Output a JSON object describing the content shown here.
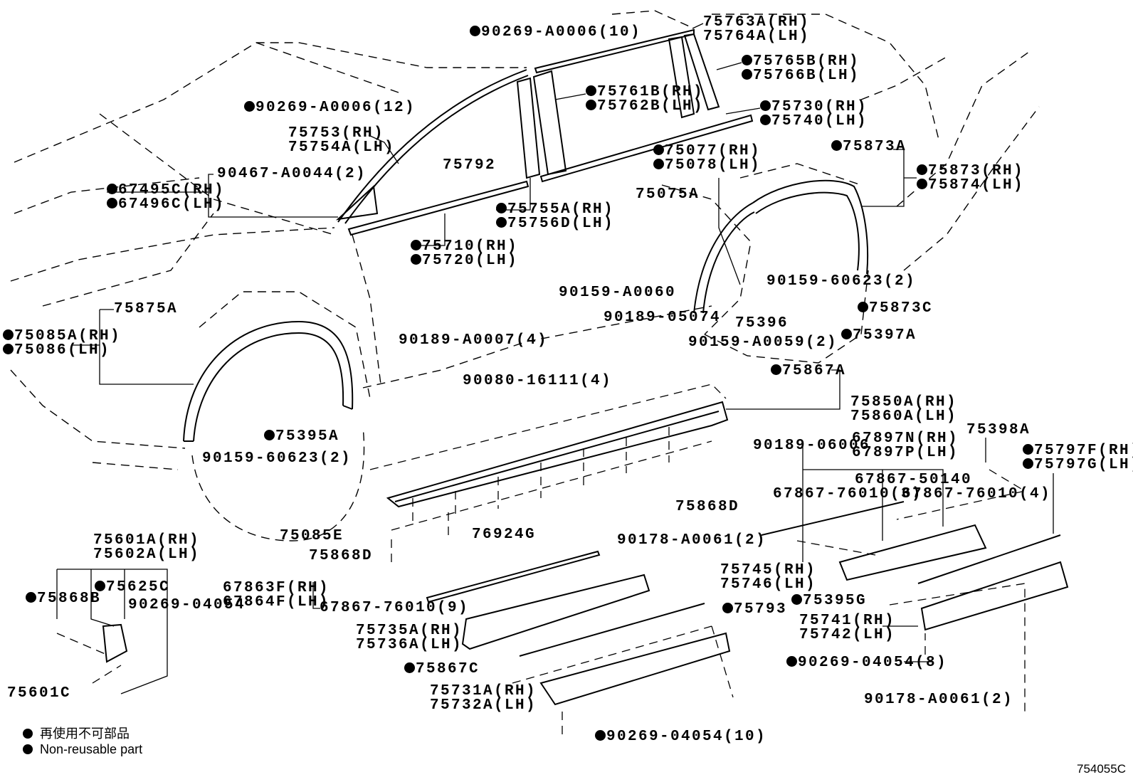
{
  "diagram": {
    "labels": [
      {
        "lines": [
          "90269-A0006(10)"
        ],
        "non_reusable": true
      },
      {
        "lines": [
          "75763A(RH)",
          "75764A(LH)"
        ],
        "non_reusable": false
      },
      {
        "lines": [
          "75765B(RH)",
          "75766B(LH)"
        ],
        "non_reusable": true
      },
      {
        "lines": [
          "90269-A0006(12)"
        ],
        "non_reusable": true
      },
      {
        "lines": [
          "75761B(RH)",
          "75762B(LH)"
        ],
        "non_reusable": true
      },
      {
        "lines": [
          "75730(RH)",
          "75740(LH)"
        ],
        "non_reusable": true
      },
      {
        "lines": [
          "75753(RH)",
          "75754A(LH)"
        ],
        "non_reusable": false
      },
      {
        "lines": [
          "75077(RH)",
          "75078(LH)"
        ],
        "non_reusable": true
      },
      {
        "lines": [
          "75792"
        ],
        "non_reusable": false
      },
      {
        "lines": [
          "75873A"
        ],
        "non_reusable": true
      },
      {
        "lines": [
          "75873(RH)",
          "75874(LH)"
        ],
        "non_reusable": true
      },
      {
        "lines": [
          "90467-A0044(2)"
        ],
        "non_reusable": false
      },
      {
        "lines": [
          "67495C(RH)",
          "67496C(LH)"
        ],
        "non_reusable": true
      },
      {
        "lines": [
          "75075A"
        ],
        "non_reusable": false
      },
      {
        "lines": [
          "75755A(RH)",
          "75756D(LH)"
        ],
        "non_reusable": true
      },
      {
        "lines": [
          "75710(RH)",
          "75720(LH)"
        ],
        "non_reusable": true
      },
      {
        "lines": [
          "90159-A0060"
        ],
        "non_reusable": false
      },
      {
        "lines": [
          "90159-60623(2)"
        ],
        "non_reusable": false
      },
      {
        "lines": [
          "75875A"
        ],
        "non_reusable": false
      },
      {
        "lines": [
          "75873C"
        ],
        "non_reusable": true
      },
      {
        "lines": [
          "90189-05074"
        ],
        "non_reusable": false
      },
      {
        "lines": [
          "75396"
        ],
        "non_reusable": false
      },
      {
        "lines": [
          "75085A(RH)",
          "75086(LH)"
        ],
        "non_reusable": true
      },
      {
        "lines": [
          "75397A"
        ],
        "non_reusable": true
      },
      {
        "lines": [
          "90159-A0059(2)"
        ],
        "non_reusable": false
      },
      {
        "lines": [
          "90189-A0007(4)"
        ],
        "non_reusable": false
      },
      {
        "lines": [
          "75867A"
        ],
        "non_reusable": true
      },
      {
        "lines": [
          "90080-16111(4)"
        ],
        "non_reusable": false
      },
      {
        "lines": [
          "75850A(RH)",
          "75860A(LH)"
        ],
        "non_reusable": false
      },
      {
        "lines": [
          "90189-06006"
        ],
        "non_reusable": false
      },
      {
        "lines": [
          "67897N(RH)",
          "67897P(LH)"
        ],
        "non_reusable": false
      },
      {
        "lines": [
          "75398A"
        ],
        "non_reusable": false
      },
      {
        "lines": [
          "75797F(RH)",
          "75797G(LH)"
        ],
        "non_reusable": true
      },
      {
        "lines": [
          "75395A"
        ],
        "non_reusable": true
      },
      {
        "lines": [
          "90159-60623(2)"
        ],
        "non_reusable": false
      },
      {
        "lines": [
          "67867-50140"
        ],
        "non_reusable": false
      },
      {
        "lines": [
          "67867-76010(3)"
        ],
        "non_reusable": false
      },
      {
        "lines": [
          "67867-76010(4)"
        ],
        "non_reusable": false
      },
      {
        "lines": [
          "75868D"
        ],
        "non_reusable": false
      },
      {
        "lines": [
          "75085E"
        ],
        "non_reusable": false
      },
      {
        "lines": [
          "76924G"
        ],
        "non_reusable": false
      },
      {
        "lines": [
          "75601A(RH)",
          "75602A(LH)"
        ],
        "non_reusable": false
      },
      {
        "lines": [
          "90178-A0061(2)"
        ],
        "non_reusable": false
      },
      {
        "lines": [
          "75868D"
        ],
        "non_reusable": false
      },
      {
        "lines": [
          "75745(RH)",
          "75746(LH)"
        ],
        "non_reusable": false
      },
      {
        "lines": [
          "75868B"
        ],
        "non_reusable": true
      },
      {
        "lines": [
          "75625C"
        ],
        "non_reusable": true
      },
      {
        "lines": [
          "90269-04054"
        ],
        "non_reusable": false
      },
      {
        "lines": [
          "67863F(RH)",
          "67864F(LH)"
        ],
        "non_reusable": false
      },
      {
        "lines": [
          "67867-76010(9)"
        ],
        "non_reusable": false
      },
      {
        "lines": [
          "75793"
        ],
        "non_reusable": true
      },
      {
        "lines": [
          "75395G"
        ],
        "non_reusable": true
      },
      {
        "lines": [
          "75741(RH)",
          "75742(LH)"
        ],
        "non_reusable": false
      },
      {
        "lines": [
          "75735A(RH)",
          "75736A(LH)"
        ],
        "non_reusable": false
      },
      {
        "lines": [
          "90269-04054(8)"
        ],
        "non_reusable": true
      },
      {
        "lines": [
          "75867C"
        ],
        "non_reusable": true
      },
      {
        "lines": [
          "75601C"
        ],
        "non_reusable": false
      },
      {
        "lines": [
          "75731A(RH)",
          "75732A(LH)"
        ],
        "non_reusable": false
      },
      {
        "lines": [
          "90178-A0061(2)"
        ],
        "non_reusable": false
      },
      {
        "lines": [
          "90269-04054(10)"
        ],
        "non_reusable": true
      }
    ],
    "legend": {
      "japanese": "再使用不可部品",
      "english": "Non-reusable part"
    },
    "illustration_code": "754055C"
  }
}
